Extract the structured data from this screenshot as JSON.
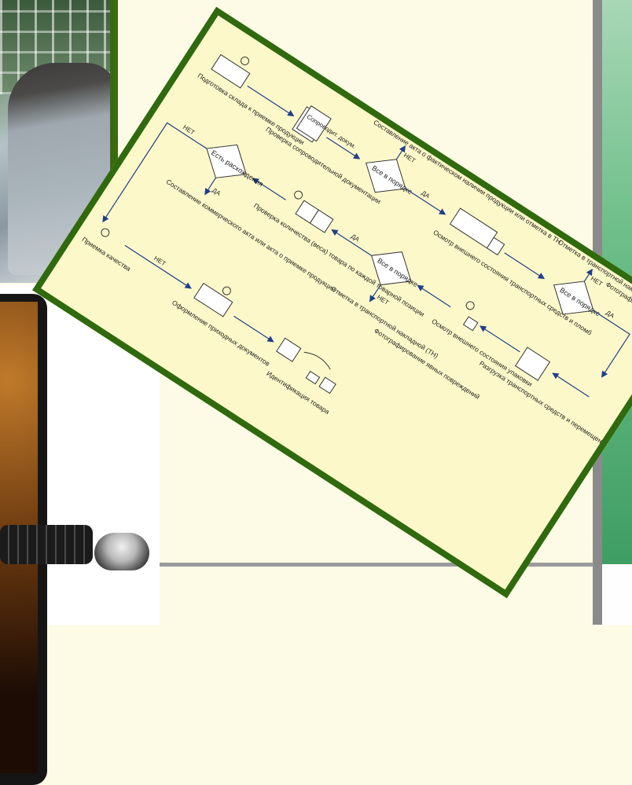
{
  "diagram": {
    "nodes": {
      "prep": "Подготовка склада к приемке продукции",
      "check_docs": "Проверка сопроводительной документации",
      "ok1": "Все в порядке",
      "act1": "Составление акта о фактическом наличии продукции или отметка в ТН",
      "inspect_vehicle": "Осмотр внешнего состояния транспортных средств и пломб",
      "ok2": "Все в порядке",
      "mark_tn2": "Отметка в транспортной накладной (ТН)",
      "photo2": "Фотографирование явных повреждений",
      "unload": "Разгрузка транспортных средств и перемещение в зону приемки",
      "inspect_pack": "Осмотр внешнего состояния упаковки",
      "ok3": "Все в порядке",
      "mark_tn3": "Отметка в транспортной накладной (ТН)",
      "photo3": "Фотографирование явных повреждений",
      "count": "Проверка количества (веса) товара по каждой товарной позиции",
      "discrepancy": "Есть расхождения",
      "commercial_act": "Составление коммерческого акта или акта о приемке продукции",
      "receipt_docs": "Оформление приходных документов",
      "identify": "Идентификация товара",
      "receive": "Приемка качества"
    },
    "edges": {
      "yes": "ДА",
      "no": "НЕТ"
    },
    "doc_stack_label": "Сопроводит. докум."
  },
  "colors": {
    "card_border": "#2f6a0e",
    "card_bg": "#fdf8c9",
    "arrow": "#1f3f8a",
    "accent_green": "#3f9e63"
  }
}
